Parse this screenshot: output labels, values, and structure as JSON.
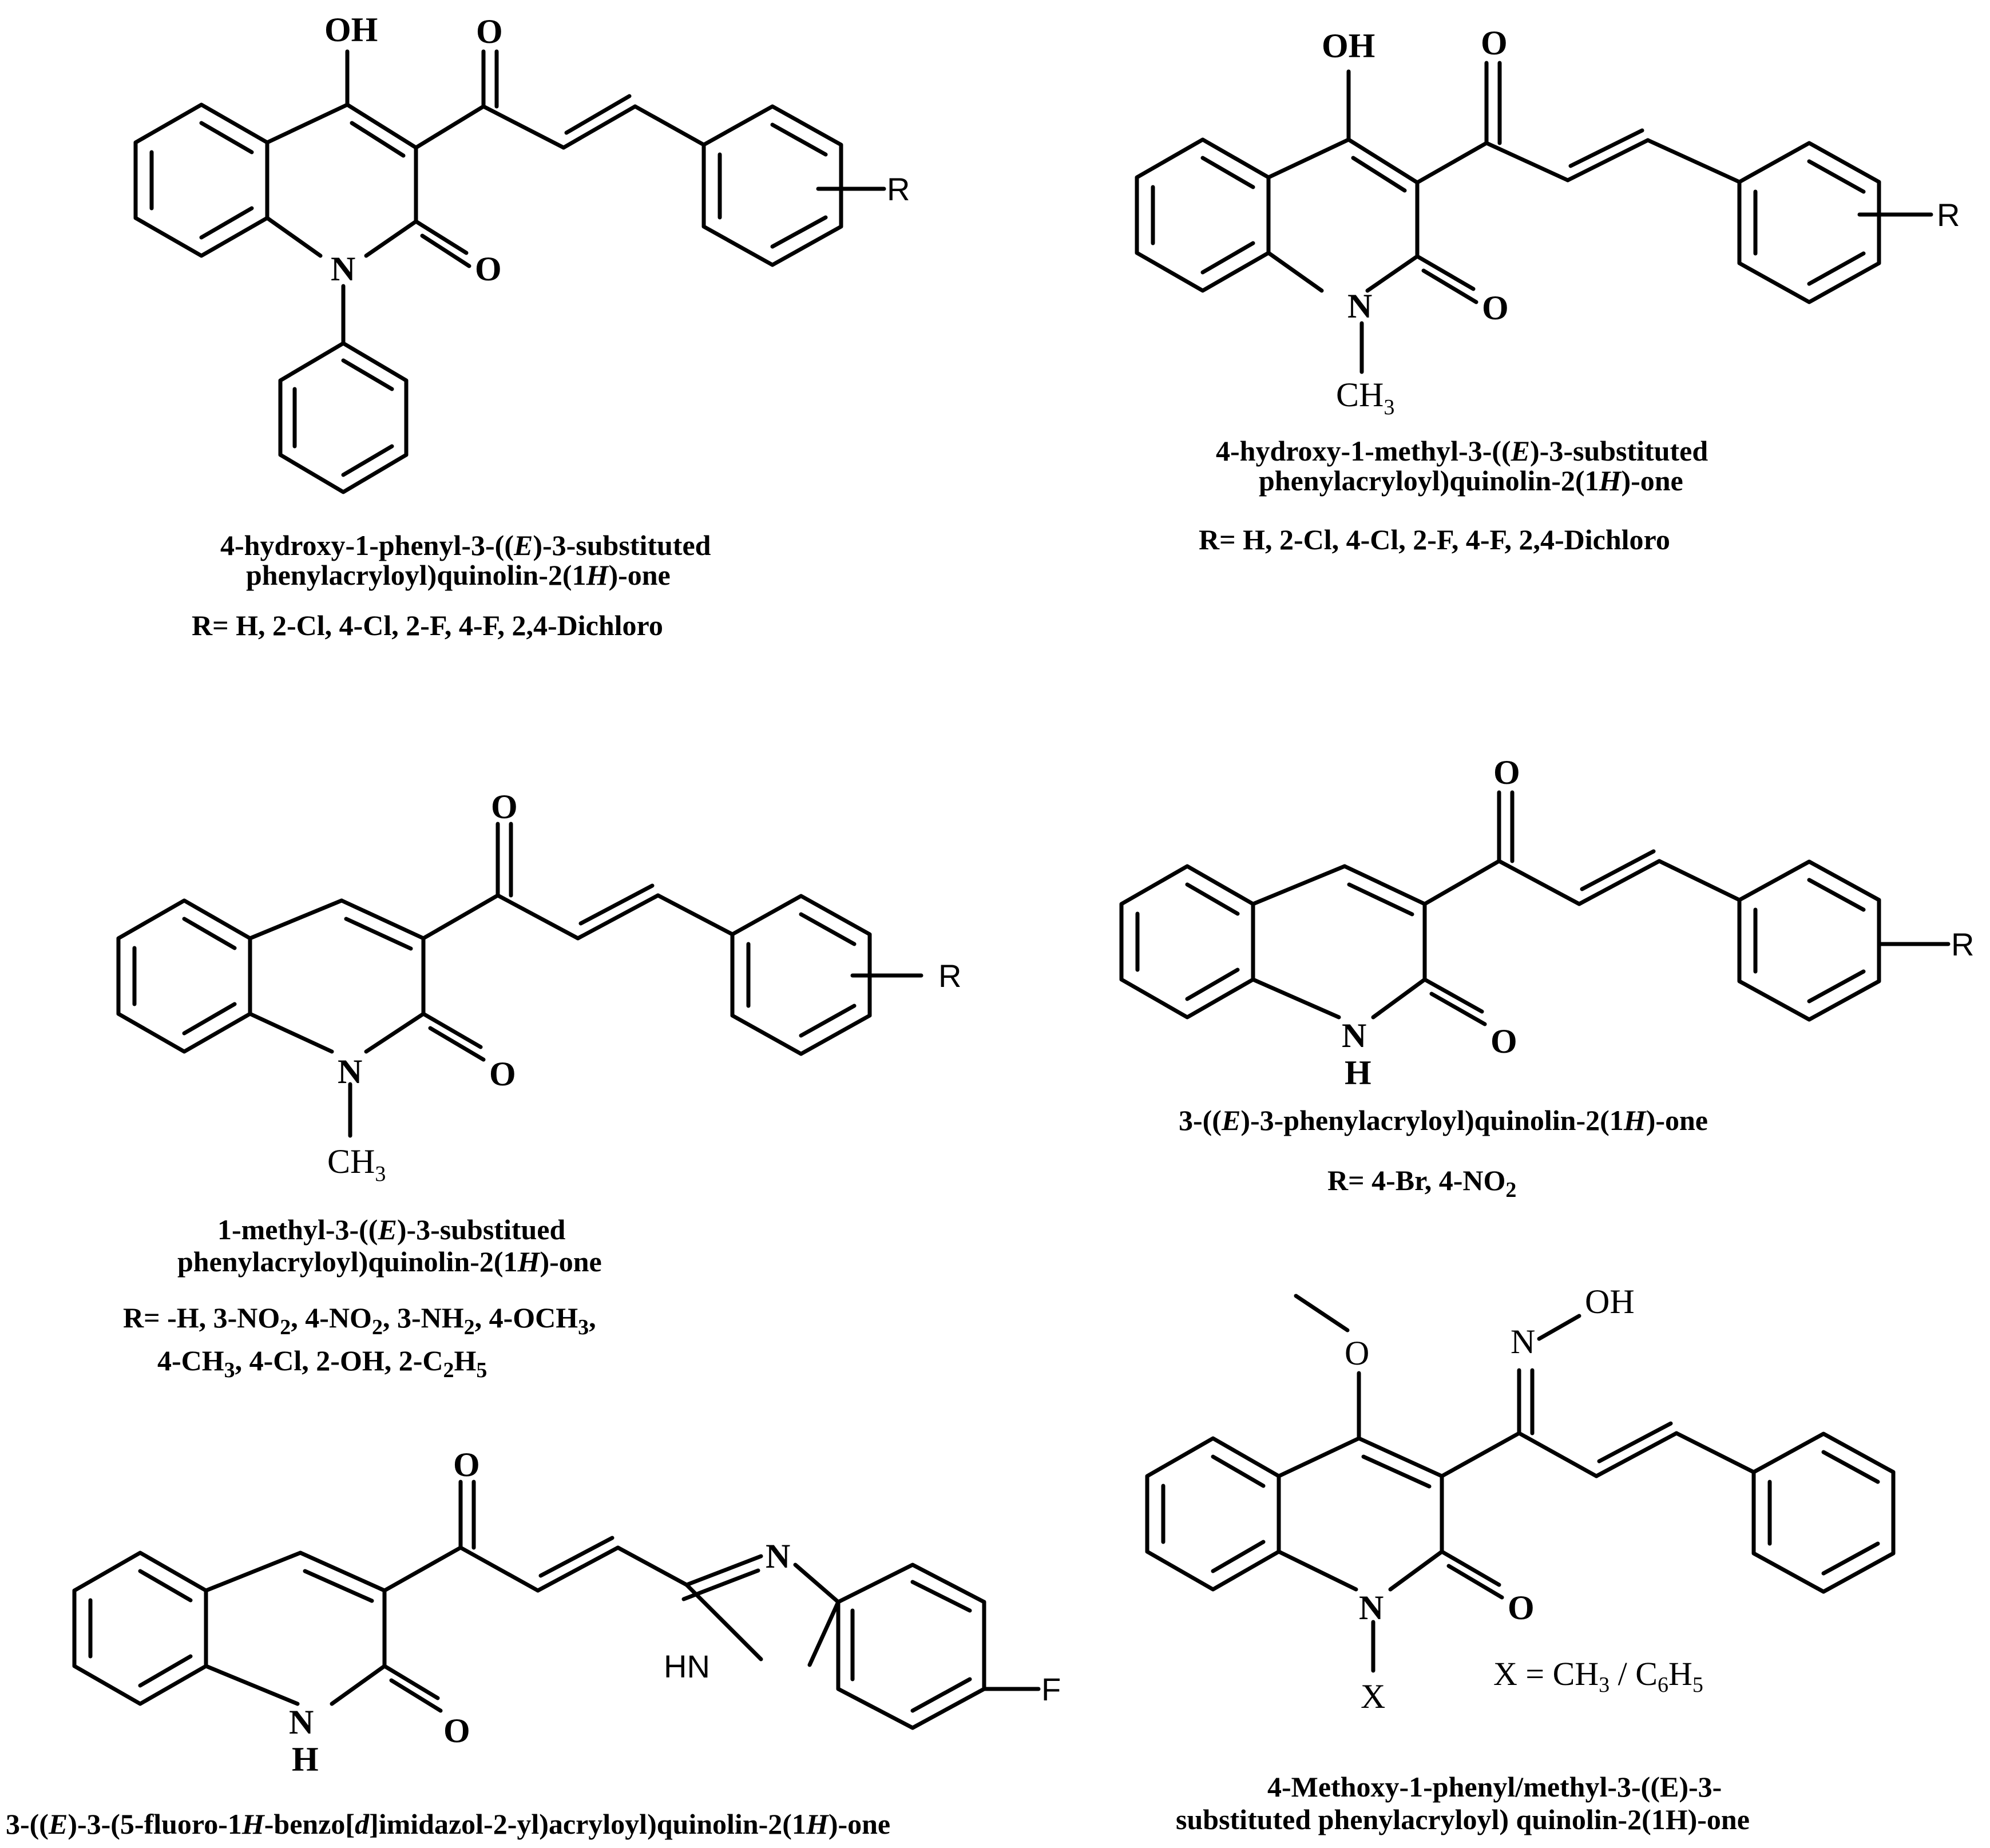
{
  "atoms": {
    "oh": "OH",
    "o": "O",
    "n": "N",
    "h": "H",
    "r": "R",
    "f": "F",
    "hn": "HN",
    "ch": "CH",
    "three": "3",
    "x": "X"
  },
  "s1": {
    "cap1": "4-hydroxy-1-phenyl-3-((",
    "cap1_e": "E",
    "cap1_b": ")-3-substituted",
    "cap2": "phenylacryloyl)quinolin-2(1",
    "cap2_h": "H",
    "cap2_b": ")-one",
    "rline": "R= H, 2-Cl, 4-Cl, 2-F, 4-F, 2,4-Dichloro"
  },
  "s2": {
    "cap1": "4-hydroxy-1-methyl-3-((",
    "cap1_e": "E",
    "cap1_b": ")-3-substituted",
    "cap2": "phenylacryloyl)quinolin-2(1",
    "cap2_h": "H",
    "cap2_b": ")-one",
    "rline": "R= H, 2-Cl, 4-Cl, 2-F, 4-F, 2,4-Dichloro"
  },
  "s3": {
    "cap1": "1-methyl-3-((",
    "cap1_e": "E",
    "cap1_b": ")-3-substitued",
    "cap2": "phenylacryloyl)quinolin-2(1",
    "cap2_h": "H",
    "cap2_b": ")-one",
    "r1a": "R= -H, 3-NO",
    "r1b": ", 4-NO",
    "r1c": ", 3-NH",
    "r1d": ", 4-OCH",
    "r2a": "4-CH",
    "r2b": ", 4-Cl, 2-OH, 2-C",
    "r2c": "H",
    "s2": "2",
    "s3": "3",
    "s5": "5"
  },
  "s4": {
    "cap1": "3-((",
    "cap1_e": "E",
    "cap1_b": ")-3-phenylacryloyl)quinolin-2(1",
    "cap1_h": "H",
    "cap1_c": ")-one",
    "r1a": "R= 4-Br, 4-NO",
    "s2": "2"
  },
  "s5": {
    "cap1": "3-((",
    "cap1_e": "E",
    "cap1_b": ")-3-(5-fluoro-1",
    "cap1_h": "H",
    "cap1_c": "-benzo[",
    "cap1_d": "d",
    "cap1_f": "]imidazol-2-yl)acryloyl)quinolin-2(1",
    "cap1_h2": "H",
    "cap1_g": ")-one"
  },
  "s6": {
    "xline_a": "X = CH",
    "xline_b": " / C",
    "xline_c": "H",
    "s3": "3",
    "s6": "6",
    "s5": "5",
    "cap1": "4-Methoxy-1-phenyl/methyl-3-((E)-3-",
    "cap2": "substituted phenylacryloyl) quinolin-2(1H)-one"
  }
}
